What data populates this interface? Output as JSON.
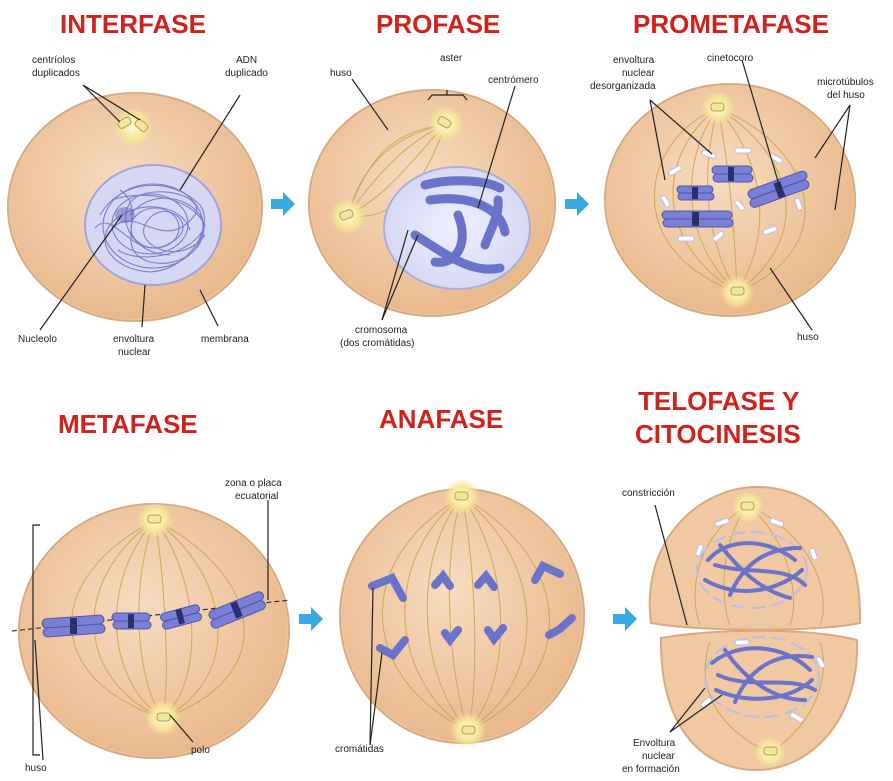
{
  "titles": {
    "interfase": "INTERFASE",
    "profase": "PROFASE",
    "prometafase": "PROMETAFASE",
    "metafase": "METAFASE",
    "anafase": "ANAFASE",
    "telofase_1": "TELOFASE Y",
    "telofase_2": "CITOCINESIS"
  },
  "labels": {
    "centriolos_1": "centríolos",
    "centriolos_2": "duplicados",
    "adn_1": "ADN",
    "adn_2": "duplicado",
    "nucleolo": "Nucleolo",
    "envoltura_1": "envoltura",
    "envoltura_2": "nuclear",
    "membrana": "membrana",
    "huso_profase": "huso",
    "aster": "aster",
    "centromero": "centrómero",
    "cromosoma_1": "cromosoma",
    "cromosoma_2": "(dos cromátidas)",
    "env_desorg_1": "envoltura",
    "env_desorg_2": "nuclear",
    "env_desorg_3": "desorganizada",
    "cinetocoro": "cinetocoro",
    "microtubulos_1": "microtúbulos",
    "microtubulos_2": "del huso",
    "huso_prometafase": "huso",
    "zona_1": "zona o placa",
    "zona_2": "ecuatorial",
    "huso_metafase": "huso",
    "polo": "polo",
    "cromatidas": "cromátidas",
    "constriccion": "constricción",
    "env_formacion_1": "Envoltura",
    "env_formacion_2": "nuclear",
    "env_formacion_3": "en formación"
  },
  "colors": {
    "title": "#d0211b",
    "cell": "#f0c8a2",
    "chromosome": "#7a80d6",
    "arrow": "#3aa9e0",
    "spindle": "#c9a34f"
  }
}
